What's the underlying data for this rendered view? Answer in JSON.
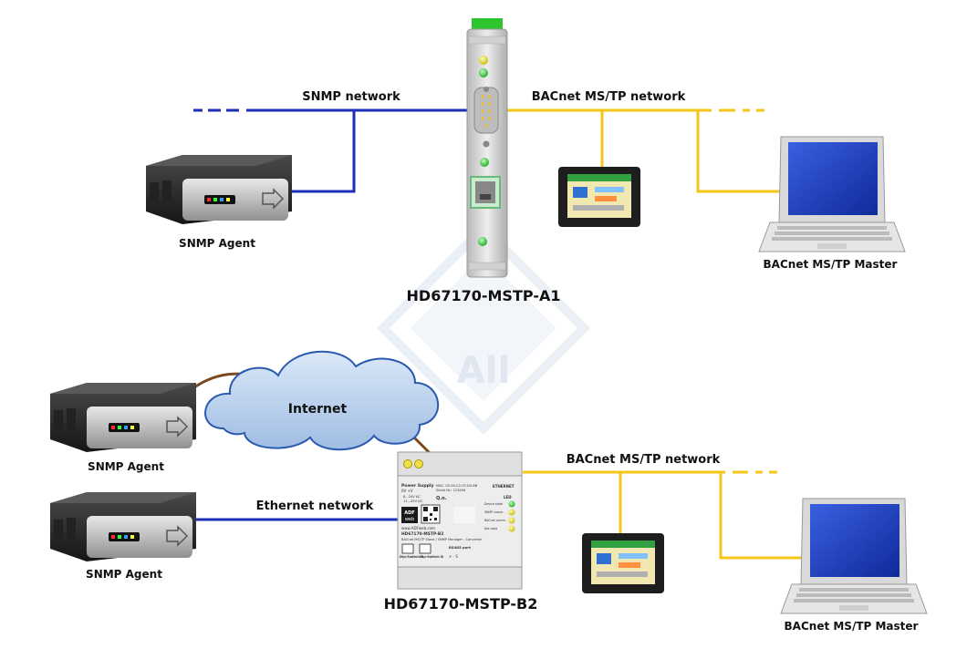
{
  "labels": {
    "snmp_network": "SNMP network",
    "bacnet_network_top": "BACnet MS/TP network",
    "snmp_agent_top": "SNMP Agent",
    "bacnet_master_top": "BACnet MS/TP Master",
    "device_a1": "HD67170-MSTP-A1",
    "internet": "Internet",
    "snmp_agent_mid": "SNMP Agent",
    "ethernet_network": "Ethernet network",
    "snmp_agent_bottom": "SNMP Agent",
    "bacnet_network_bottom": "BACnet MS/TP network",
    "device_b2": "HD67170-MSTP-B2",
    "bacnet_master_bottom": "BACnet MS/TP Master"
  },
  "watermark": {
    "text": "All"
  },
  "b2_panel": {
    "power_supply": "Power Supply",
    "voltage_header": "0V   +V",
    "voltage_1": "8...24V AC",
    "voltage_2": "12...35V DC",
    "mac": "MAC: 00-50-C2-07-D4-8B",
    "serial": "Serial Nr.: 123456",
    "q_label": "Q.n.",
    "ethernet": "ETHERNET",
    "led": "LED",
    "led_1": "Device state",
    "led_2": "SNMP comm.",
    "led_3": "BACnet comm.",
    "led_4": "Not used",
    "website": "www.ADFweb.com",
    "model": "HD67170-MSTP-B2",
    "description": "BACnet MS/TP Slave / SNMP Manager - Converter",
    "dip_a": "Dip-Switch A",
    "dip_b": "Dip-Switch B",
    "rs485": "RS485 port",
    "rs485_pins": "+  -  S",
    "logo_top": "ADF",
    "logo_bottom": "web"
  },
  "colors": {
    "snmp_line": "#1d2fb8",
    "bacnet_line": "#f5c518",
    "internet_line": "#7a4a1e",
    "led_green": "#2ec42e",
    "led_yellow": "#e8e020",
    "cloud_fill": "#bcd4f0",
    "screen_blue": "#1f3fbf"
  }
}
